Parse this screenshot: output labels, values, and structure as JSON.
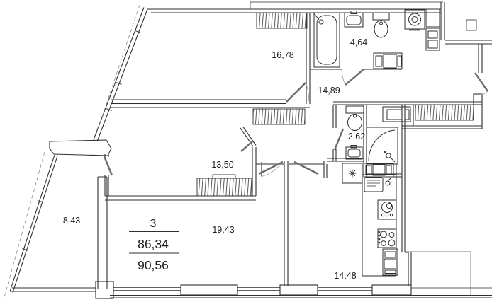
{
  "plan": {
    "type": "apartment-floor-plan",
    "unit_summary": {
      "rooms_count": "3",
      "living_area": "86,34",
      "total_area": "90,56"
    },
    "room_labels": {
      "bedroom_top": "16,78",
      "bathroom": "4,64",
      "hallway": "14,89",
      "wc": "2,62",
      "bedroom_mid": "13,50",
      "balcony": "8,43",
      "living_room": "19,43",
      "kitchen": "14,48"
    },
    "colors": {
      "wall": "#2f2f2f",
      "door_leaf": "#6a6a6a",
      "text": "#1c1c1c",
      "background": "#ffffff",
      "hatch": "#454545"
    }
  }
}
